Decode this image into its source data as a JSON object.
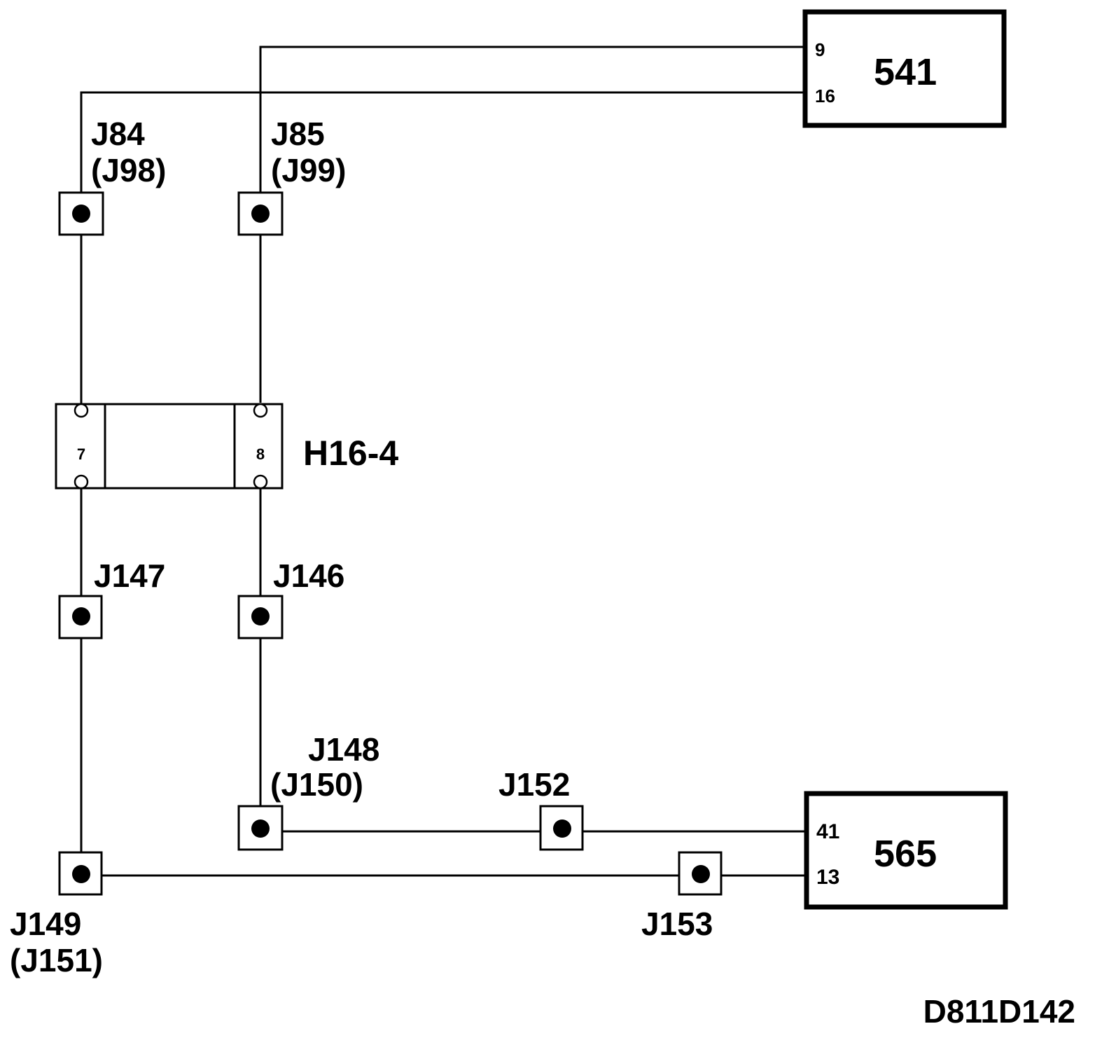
{
  "units": {
    "u541": {
      "label": "541",
      "pin_top": "9",
      "pin_bottom": "16"
    },
    "u565": {
      "label": "565",
      "pin_top": "41",
      "pin_bottom": "13"
    }
  },
  "connectors": {
    "j84": {
      "line1": "J84",
      "line2": "(J98)"
    },
    "j85": {
      "line1": "J85",
      "line2": "(J99)"
    },
    "j147": {
      "line1": "J147"
    },
    "j146": {
      "line1": "J146"
    },
    "j148": {
      "line1": "J148",
      "line2": "(J150)"
    },
    "j152": {
      "line1": "J152"
    },
    "j149": {
      "line1": "J149",
      "line2": "(J151)"
    },
    "j153": {
      "line1": "J153"
    }
  },
  "harness": {
    "label": "H16-4",
    "pin_left": "7",
    "pin_right": "8"
  },
  "figure_id": "D811D142"
}
